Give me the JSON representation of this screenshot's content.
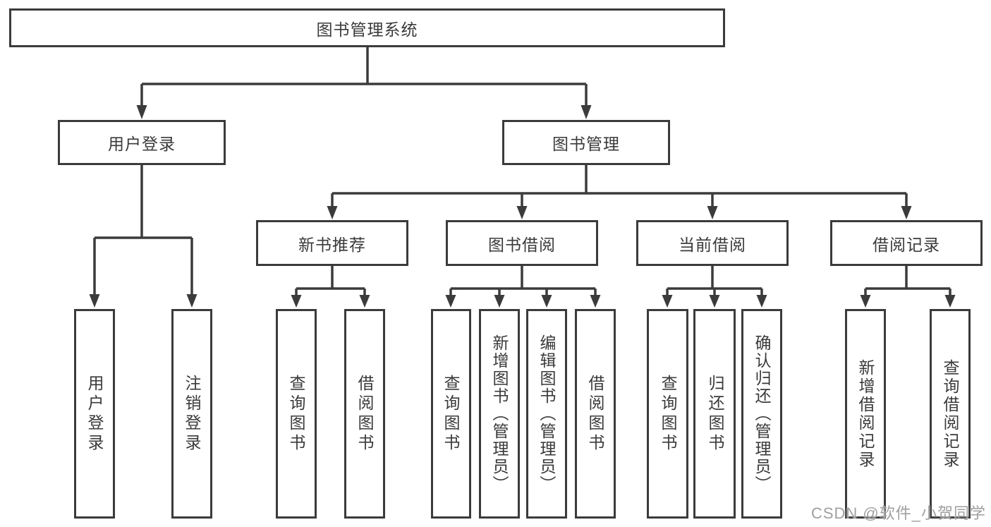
{
  "diagram": {
    "title": "图书管理系统",
    "type": "tree",
    "nodes": {
      "root": {
        "label": "图书管理系统"
      },
      "user_login": {
        "label": "用户登录"
      },
      "book_mgmt": {
        "label": "图书管理"
      },
      "new_book_rec": {
        "label": "新书推荐"
      },
      "book_borrow": {
        "label": "图书借阅"
      },
      "current_borrow": {
        "label": "当前借阅"
      },
      "borrow_records": {
        "label": "借阅记录"
      },
      "leaf_user_login": {
        "label": "用户登录"
      },
      "leaf_logout": {
        "label": "注销登录"
      },
      "leaf_query_book_1": {
        "label": "查询图书"
      },
      "leaf_borrow_book_1": {
        "label": "借阅图书"
      },
      "leaf_query_book_2": {
        "label": "查询图书"
      },
      "leaf_add_book": {
        "label": "新增图书（管理员）"
      },
      "leaf_edit_book": {
        "label": "编辑图书（管理员）"
      },
      "leaf_borrow_book_2": {
        "label": "借阅图书"
      },
      "leaf_query_book_3": {
        "label": "查询图书"
      },
      "leaf_return_book": {
        "label": "归还图书"
      },
      "leaf_confirm_return": {
        "label": "确认归还（管理员）"
      },
      "leaf_add_record": {
        "label": "新增借阅记录"
      },
      "leaf_query_record": {
        "label": "查询借阅记录"
      }
    },
    "edges": [
      {
        "from": "root",
        "to": "user_login"
      },
      {
        "from": "root",
        "to": "book_mgmt"
      },
      {
        "from": "user_login",
        "to": "leaf_user_login"
      },
      {
        "from": "user_login",
        "to": "leaf_logout"
      },
      {
        "from": "book_mgmt",
        "to": "new_book_rec"
      },
      {
        "from": "book_mgmt",
        "to": "book_borrow"
      },
      {
        "from": "book_mgmt",
        "to": "current_borrow"
      },
      {
        "from": "book_mgmt",
        "to": "borrow_records"
      },
      {
        "from": "new_book_rec",
        "to": "leaf_query_book_1"
      },
      {
        "from": "new_book_rec",
        "to": "leaf_borrow_book_1"
      },
      {
        "from": "book_borrow",
        "to": "leaf_query_book_2"
      },
      {
        "from": "book_borrow",
        "to": "leaf_add_book"
      },
      {
        "from": "book_borrow",
        "to": "leaf_edit_book"
      },
      {
        "from": "book_borrow",
        "to": "leaf_borrow_book_2"
      },
      {
        "from": "current_borrow",
        "to": "leaf_query_book_3"
      },
      {
        "from": "current_borrow",
        "to": "leaf_return_book"
      },
      {
        "from": "current_borrow",
        "to": "leaf_confirm_return"
      },
      {
        "from": "borrow_records",
        "to": "leaf_add_record"
      },
      {
        "from": "borrow_records",
        "to": "leaf_query_record"
      }
    ],
    "colors": {
      "line": "#3b3b3b",
      "text": "#3a3a3a",
      "background": "#ffffff",
      "watermark": "#9f9f9f"
    }
  },
  "watermark": {
    "text": "CSDN @软件_小贺同学"
  }
}
